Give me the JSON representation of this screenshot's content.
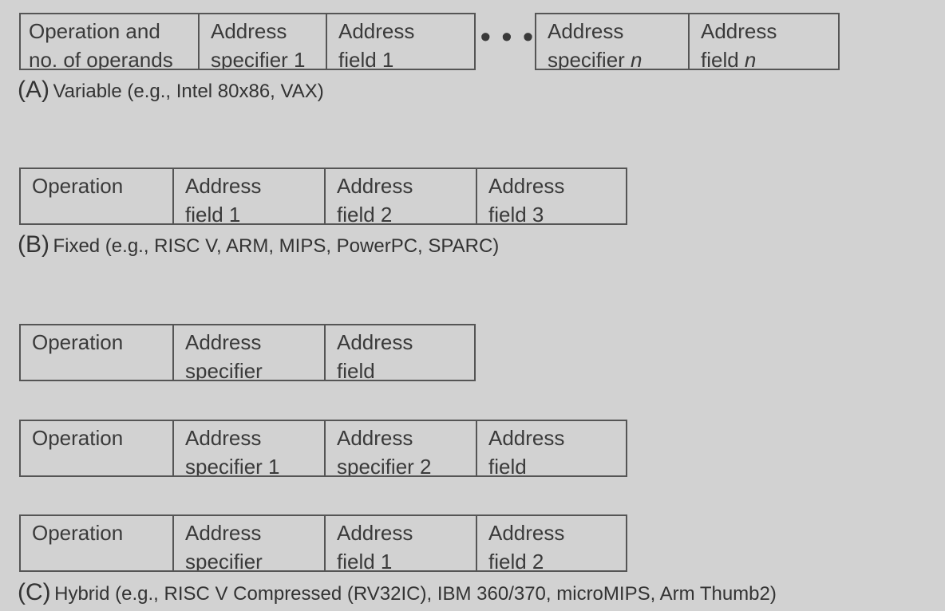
{
  "variable": {
    "left_fields": [
      [
        "Operation and",
        "no. of operands"
      ],
      [
        "Address",
        "specifier 1"
      ],
      [
        "Address",
        "field 1"
      ]
    ],
    "ellipsis": "• • •",
    "right_fields": [
      [
        "Address",
        "specifier "
      ],
      [
        "Address",
        "field "
      ]
    ],
    "n_symbol": "n",
    "caption_letter": "(A)",
    "caption_text": "Variable (e.g., Intel 80x86, VAX)"
  },
  "fixed": {
    "fields": [
      [
        "Operation",
        ""
      ],
      [
        "Address",
        "field 1"
      ],
      [
        "Address",
        "field 2"
      ],
      [
        "Address",
        "field 3"
      ]
    ],
    "caption_letter": "(B)",
    "caption_text": "Fixed (e.g., RISC V, ARM, MIPS, PowerPC, SPARC)"
  },
  "hybrid": {
    "formats": [
      {
        "fields": [
          [
            "Operation",
            ""
          ],
          [
            "Address",
            "specifier"
          ],
          [
            "Address",
            "field"
          ]
        ]
      },
      {
        "fields": [
          [
            "Operation",
            ""
          ],
          [
            "Address",
            "specifier 1"
          ],
          [
            "Address",
            "specifier 2"
          ],
          [
            "Address",
            "field"
          ]
        ]
      },
      {
        "fields": [
          [
            "Operation",
            ""
          ],
          [
            "Address",
            "specifier"
          ],
          [
            "Address",
            "field 1"
          ],
          [
            "Address",
            "field 2"
          ]
        ]
      }
    ],
    "caption_letter": "(C)",
    "caption_text": "Hybrid (e.g., RISC V Compressed (RV32IC), IBM 360/370, microMIPS, Arm Thumb2)"
  }
}
